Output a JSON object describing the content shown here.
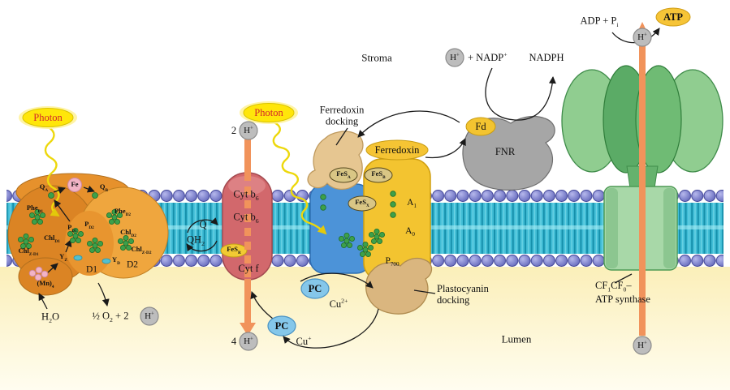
{
  "env": {
    "stroma": "Stroma",
    "lumen": "Lumen"
  },
  "photon": "Photon",
  "colors": {
    "membrane_head": "#787cc8",
    "membrane_tail": "#41bdd6",
    "psii_orange": "#db8424",
    "cytb6f_pink": "#d2686c",
    "psi_blue": "#4c93d8",
    "psi_yellow": "#f3c430",
    "docking_tan": "#dab67f",
    "fnr_gray": "#a6a6a6",
    "atp_synthase_green": "#90cd90",
    "proton_arrow_orange": "#f1935b",
    "photon_yellow": "#ffe60a",
    "chlorophyll_green": "#3da04a",
    "proton_circle_gray": "#bdbdbd",
    "lumen_cream": "#fbefb9"
  },
  "psii": {
    "qa": "Q~A~",
    "fe": "Fe",
    "qb": "Q~B~",
    "phe_d1": "Phe~D1~",
    "phe_d2": "Phe~D2~",
    "p_d1": "P~D1~",
    "p_d2": "P~D2~",
    "chl_d1": "Chl~D1~",
    "chl_d2": "Chl~D2~",
    "chl_zd1": "Chl~Z-D1~",
    "chl_zd2": "Chl~Z-D2~",
    "y_z": "Y~Z~",
    "y_d": "Y~D~",
    "mn4": "(Mn)~4~",
    "d1": "D1",
    "d2": "D2",
    "h2o": "H~2~O",
    "o2_text": "½ O~2~ + 2",
    "h_plus": "H^+^"
  },
  "pq": {
    "q": "Q",
    "qh2": "QH~2~"
  },
  "cytb6f": {
    "count_in": "2",
    "h_in": "H^+^",
    "b6_upper": "Cyt b~6~",
    "b6_lower": "Cyt b~6~",
    "fes_r": "FeS~R~",
    "cyt_f": "Cyt f",
    "count_out": "4",
    "h_out": "H^+^"
  },
  "psi": {
    "fes_a": "FeS~A~",
    "fes_b": "FeS~B~",
    "fes_x": "FeS~X~",
    "a1": "A~1~",
    "a0": "A~0~",
    "p700": "P~700~",
    "fd_docking": "Ferredoxin\ndocking",
    "pc_docking": "Plastocyanin\ndocking"
  },
  "fd_system": {
    "ferredoxin": "Ferredoxin",
    "fd": "Fd",
    "fnr": "FNR",
    "h_plus": "H^+^",
    "nadp": "+ NADP^+^",
    "nadph": "NADPH"
  },
  "pc": {
    "pc1": "PC",
    "pc2": "PC",
    "cu2": "Cu^2+^",
    "cu1": "Cu^+^"
  },
  "atp": {
    "adp_pi": "ADP + P~i~",
    "h_top": "H^+^",
    "atp": "ATP",
    "name": "CF~1~CF~0~–\nATP synthase",
    "h_bottom": "H^+^"
  }
}
